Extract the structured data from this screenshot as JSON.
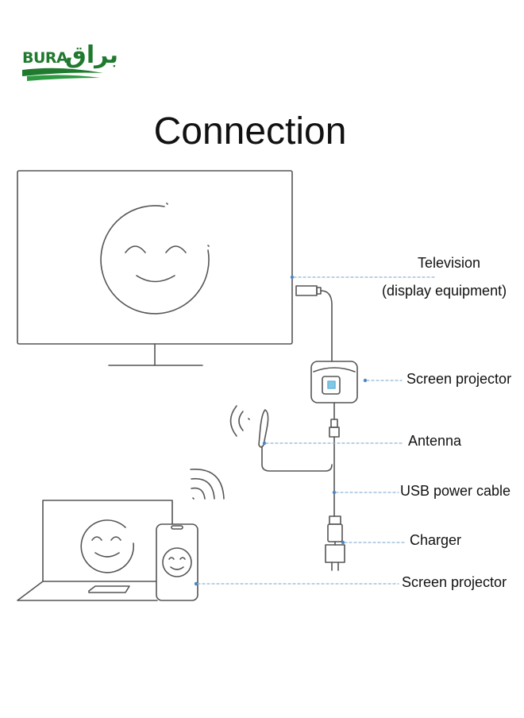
{
  "brand": {
    "latin": "BURA",
    "arabic": "براق",
    "color": "#1f7a2e"
  },
  "title": "Connection",
  "labels": {
    "television_line1": "Television",
    "television_line2": "(display equipment)",
    "screen_projector_dongle": "Screen projector",
    "antenna": "Antenna",
    "usb_power_cable": "USB power cable",
    "charger": "Charger",
    "screen_projector_source": "Screen projector"
  },
  "colors": {
    "line": "#555555",
    "leader": "#8fb4d6",
    "dot": "#4a86c5"
  }
}
